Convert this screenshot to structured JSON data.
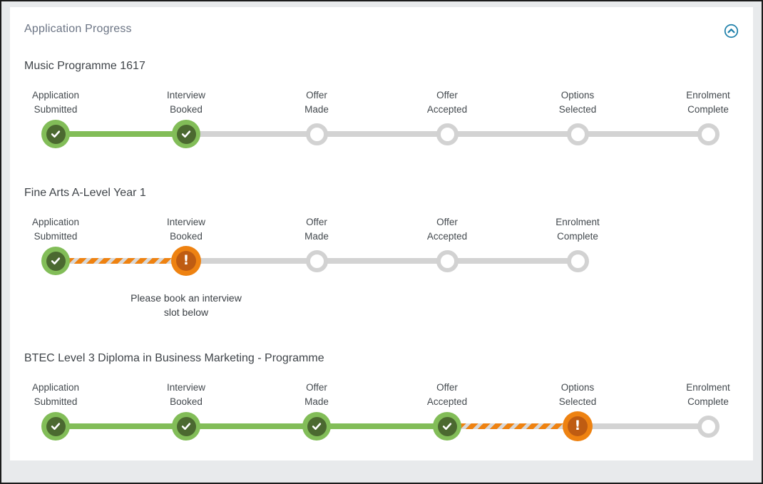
{
  "panel": {
    "title": "Application Progress",
    "collapse_button": {
      "icon": "chevron-up-circle-icon"
    }
  },
  "colors": {
    "accent_blue": "#1d7fa9",
    "complete_green": "#82bd58",
    "complete_green_dark": "#4b6930",
    "warning_orange": "#ee8211",
    "warning_orange_dark": "#bf5c12",
    "pending_gray": "#d3d3d3"
  },
  "trackers": [
    {
      "title": "Music Programme 1617",
      "steps": [
        {
          "label": "Application\nSubmitted",
          "status": "complete"
        },
        {
          "label": "Interview\nBooked",
          "status": "complete"
        },
        {
          "label": "Offer\nMade",
          "status": "pending"
        },
        {
          "label": "Offer\nAccepted",
          "status": "pending"
        },
        {
          "label": "Options\nSelected",
          "status": "pending"
        },
        {
          "label": "Enrolment\nComplete",
          "status": "pending"
        }
      ]
    },
    {
      "title": "Fine Arts A-Level Year 1",
      "steps": [
        {
          "label": "Application\nSubmitted",
          "status": "complete"
        },
        {
          "label": "Interview\nBooked",
          "status": "warning",
          "message": "Please book an interview\nslot below"
        },
        {
          "label": "Offer\nMade",
          "status": "pending"
        },
        {
          "label": "Offer\nAccepted",
          "status": "pending"
        },
        {
          "label": "Enrolment\nComplete",
          "status": "pending"
        }
      ]
    },
    {
      "title": "BTEC Level 3 Diploma in Business Marketing - Programme",
      "steps": [
        {
          "label": "Application\nSubmitted",
          "status": "complete"
        },
        {
          "label": "Interview\nBooked",
          "status": "complete"
        },
        {
          "label": "Offer\nMade",
          "status": "complete"
        },
        {
          "label": "Offer\nAccepted",
          "status": "complete"
        },
        {
          "label": "Options\nSelected",
          "status": "warning"
        },
        {
          "label": "Enrolment\nComplete",
          "status": "pending"
        }
      ]
    }
  ]
}
